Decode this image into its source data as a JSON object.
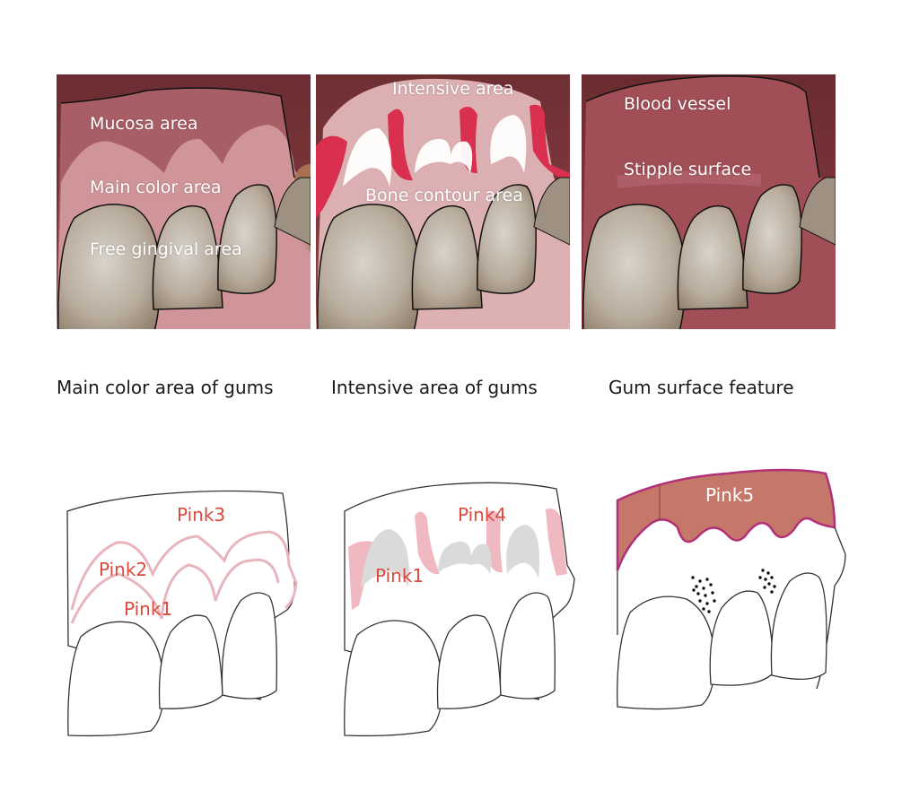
{
  "photos": [
    {
      "labels": [
        "Mucosa area",
        "Main color area",
        "Free gingival area"
      ]
    },
    {
      "labels": [
        "Intensive area",
        "Bone contour area"
      ]
    },
    {
      "labels": [
        "Blood vessel",
        "Stipple surface"
      ]
    }
  ],
  "captions": [
    "Main color area of gums",
    "Intensive area of gums",
    "Gum surface feature"
  ],
  "drawings": [
    {
      "labels": [
        "Pink3",
        "Pink2",
        "Pink1"
      ]
    },
    {
      "labels": [
        "Pink4",
        "Pink1"
      ]
    },
    {
      "labels": [
        "Pink5"
      ]
    }
  ],
  "colors": {
    "label_red": "#d94a3c",
    "label_white": "#ffffff",
    "pink_line": "#e9b5bd",
    "pink_fill": "#f0b8c0",
    "intensive_red": "#d9304f",
    "brown_fill": "#c5786a",
    "magenta_outline": "#b0307a"
  }
}
